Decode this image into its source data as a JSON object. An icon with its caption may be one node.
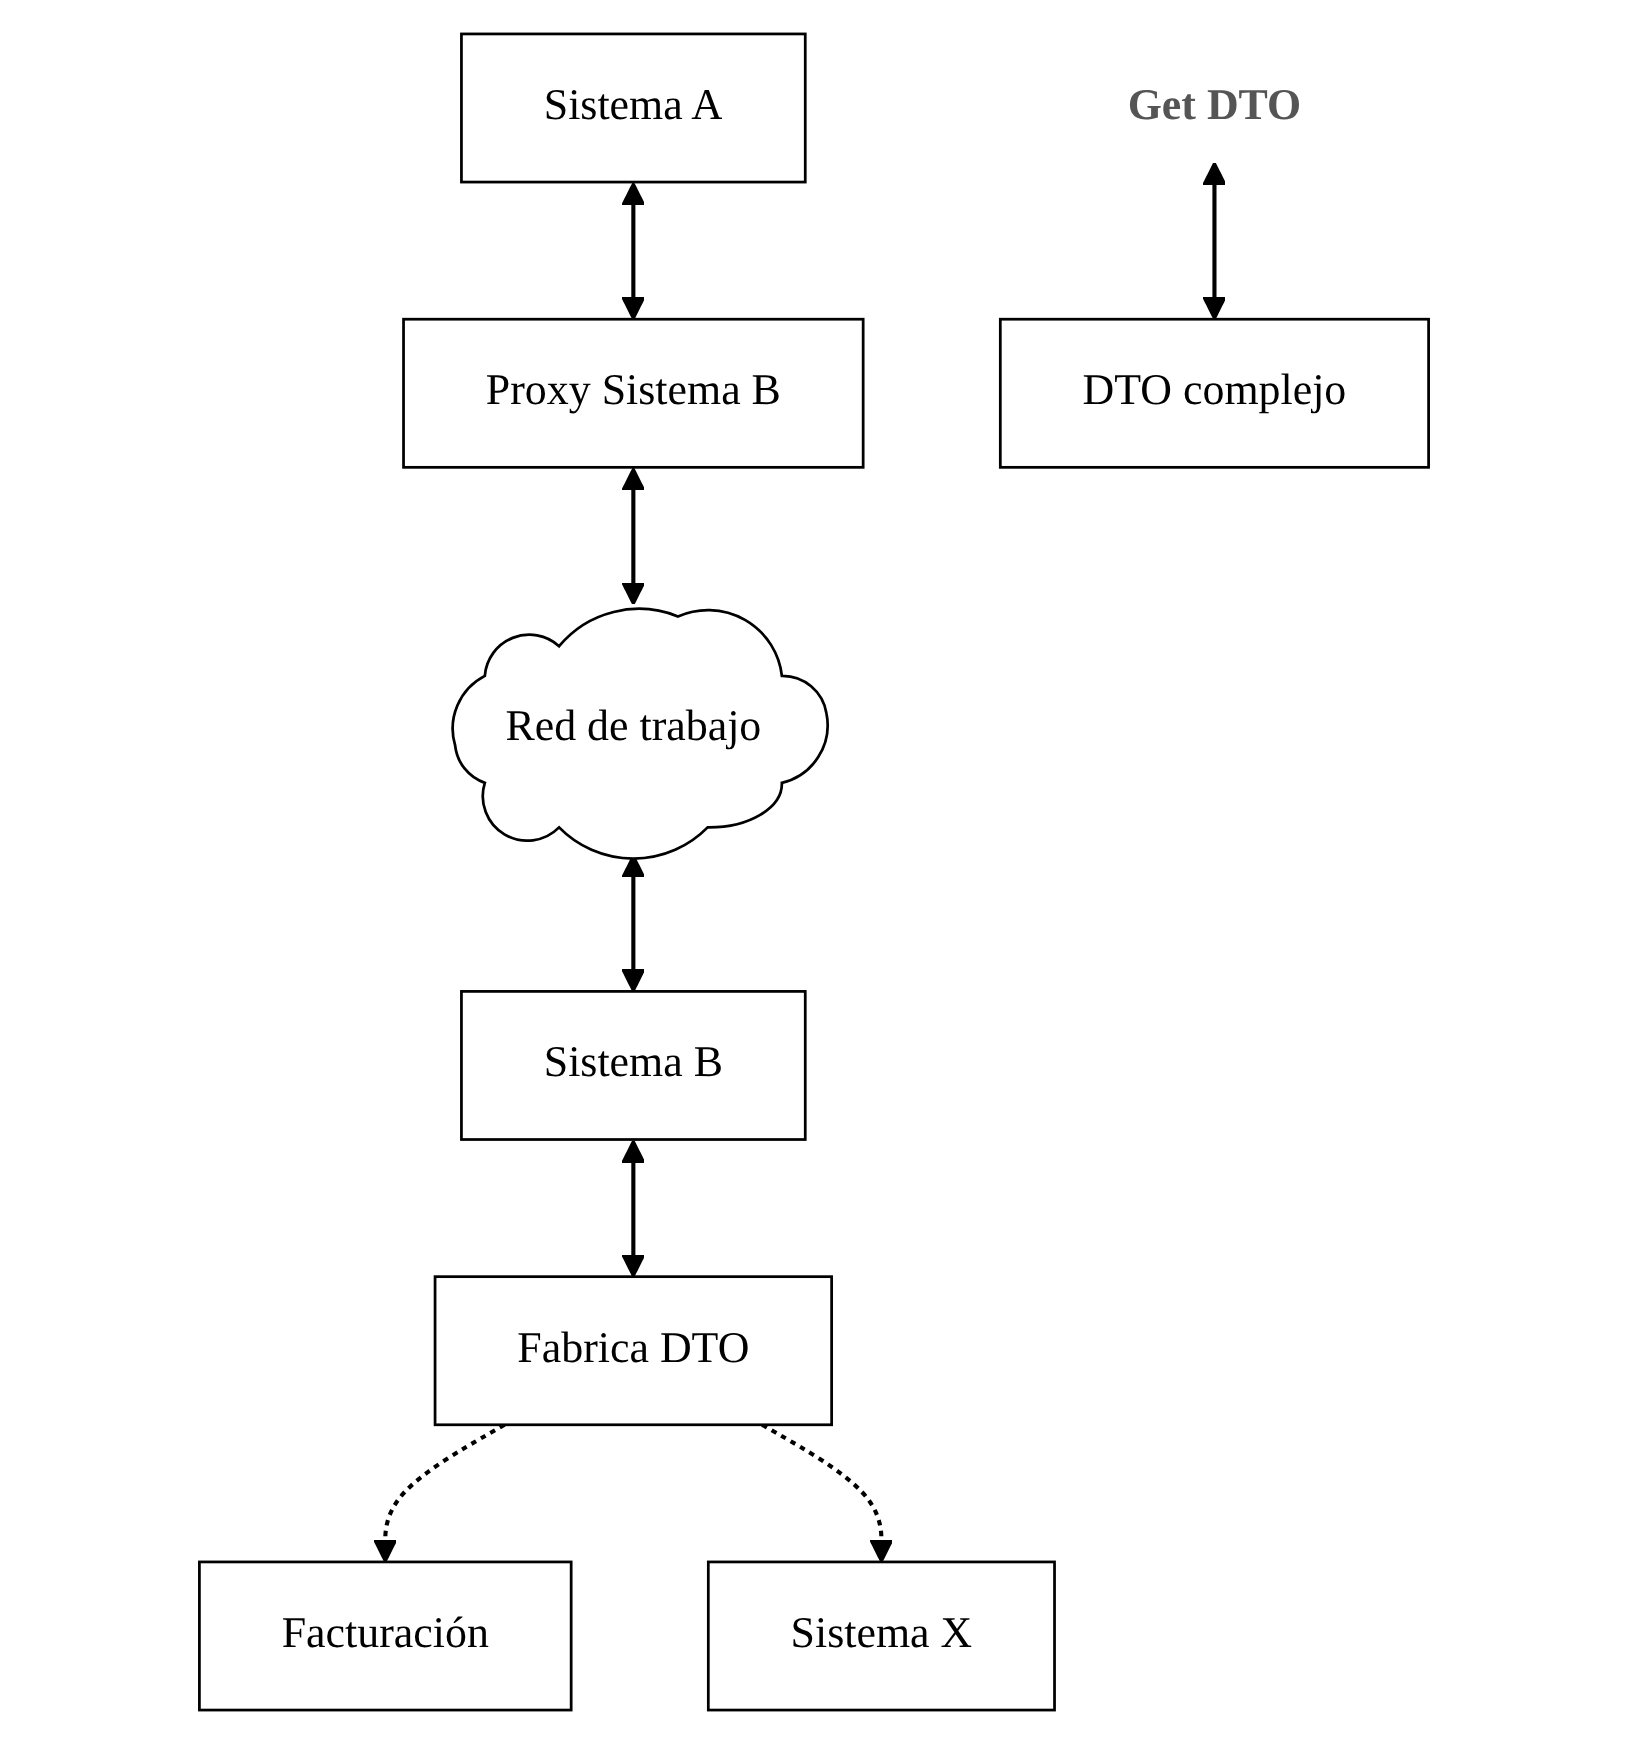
{
  "diagram": {
    "nodes": [
      {
        "text": [
          "Sistema A"
        ]
      },
      {
        "text": [
          "Proxy Sistema B"
        ]
      },
      {
        "text": [
          "Get DTO"
        ]
      },
      {
        "text": [
          "DTO complejo"
        ]
      },
      {
        "text": [
          "Red de trabajo"
        ]
      },
      {
        "text": [
          "Sistema B"
        ]
      },
      {
        "text": [
          "Fabrica DTO"
        ]
      },
      {
        "text": [
          "Facturación"
        ]
      },
      {
        "text": [
          "Sistema X"
        ]
      }
    ],
    "edges": [
      {
        "from": 0,
        "to": 1,
        "arrow": "both"
      },
      {
        "from": 1,
        "to": 4,
        "arrow": "both"
      },
      {
        "from": 2,
        "to": 3,
        "arrow": "both"
      },
      {
        "from": 4,
        "to": 5,
        "arrow": "both"
      },
      {
        "from": 5,
        "to": 6,
        "arrow": "both"
      },
      {
        "from": 6,
        "to": 7,
        "arrow": "to",
        "style": "dashed"
      },
      {
        "from": 6,
        "to": 8,
        "arrow": "to",
        "style": "dashed"
      }
    ]
  }
}
